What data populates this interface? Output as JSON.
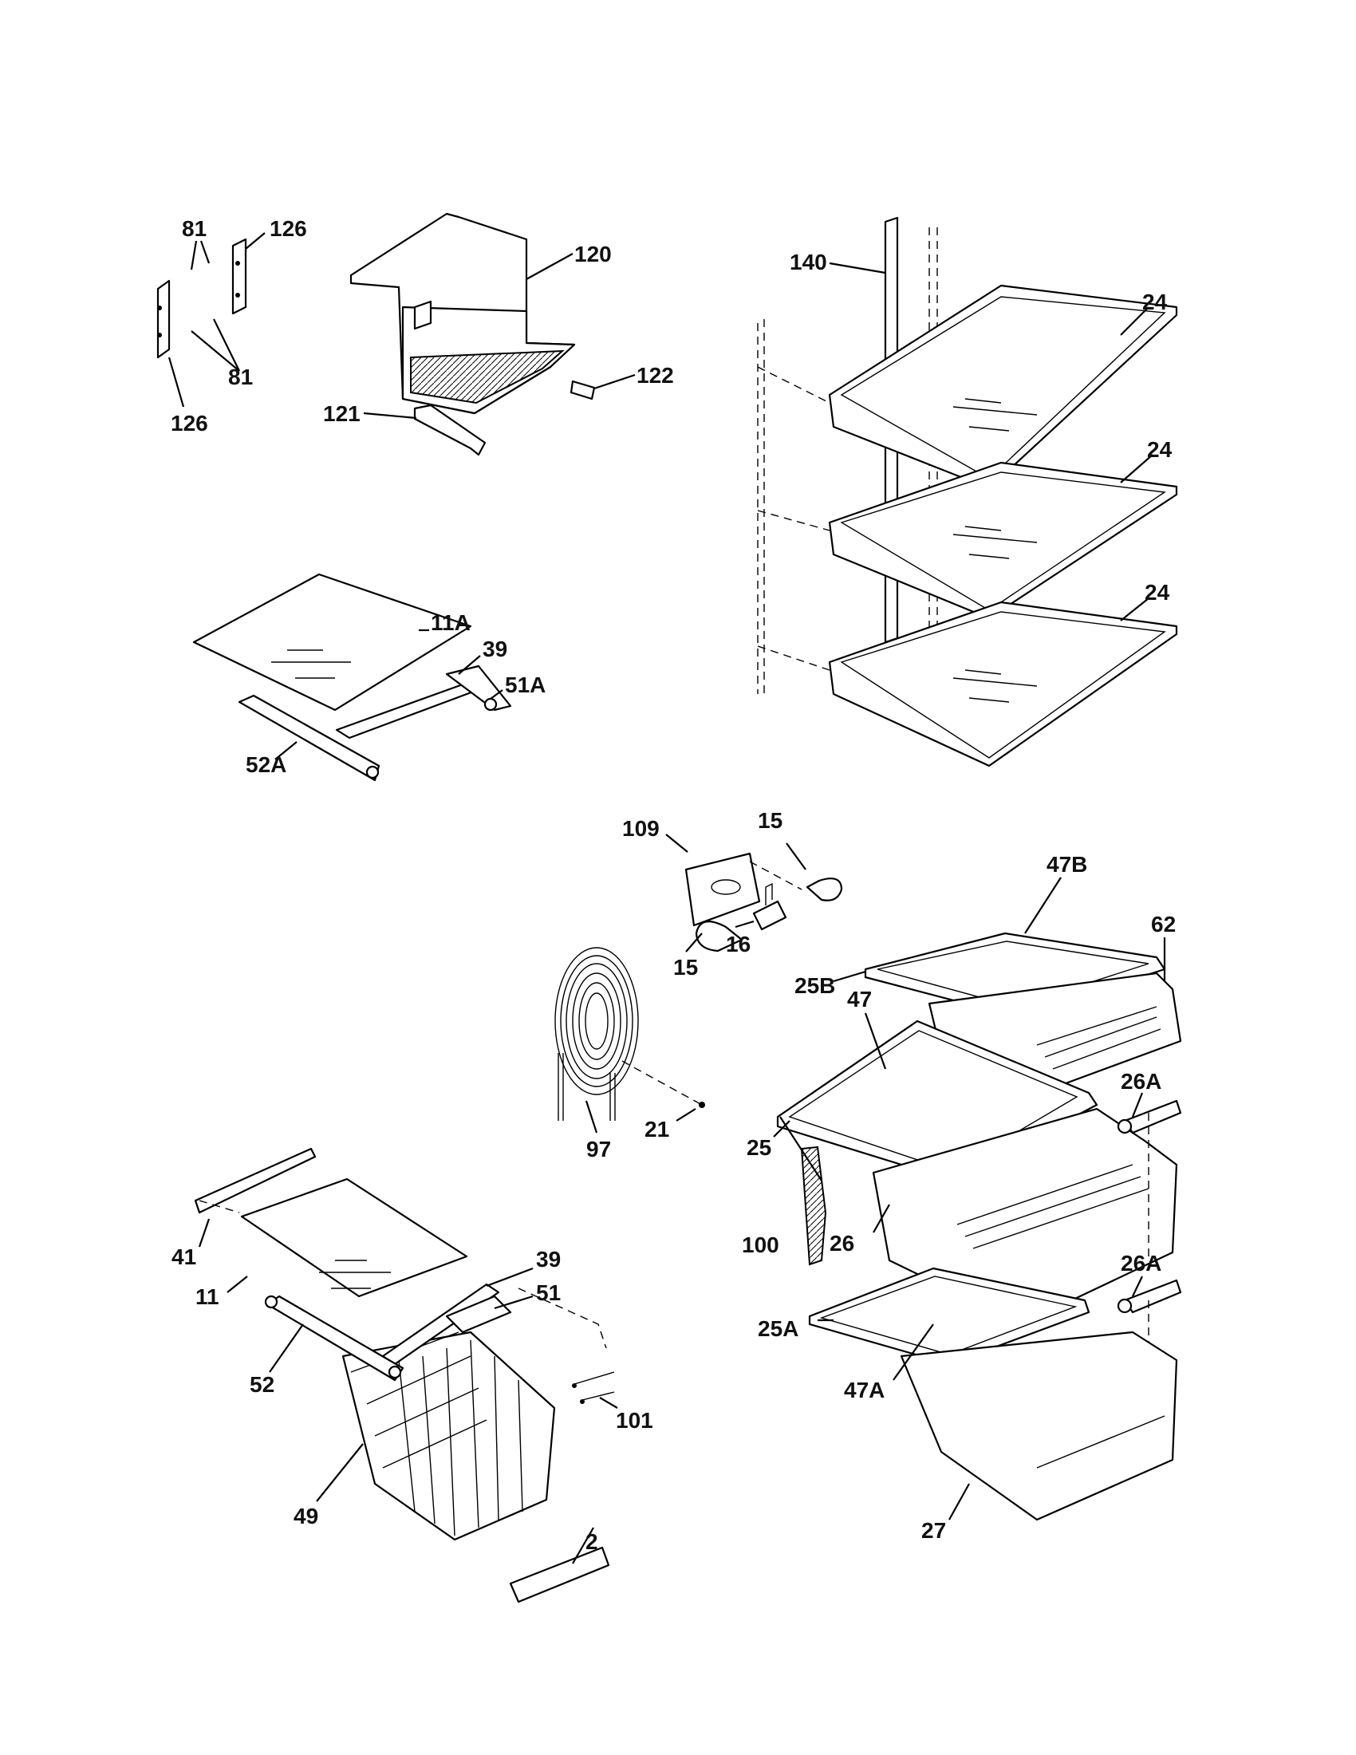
{
  "labels": {
    "l81a": "81",
    "l126a": "126",
    "l81b": "81",
    "l126b": "126",
    "l120": "120",
    "l122": "122",
    "l121": "121",
    "l140": "140",
    "l24a": "24",
    "l24b": "24",
    "l24c": "24",
    "l11A": "11A",
    "l39a": "39",
    "l51A": "51A",
    "l52A": "52A",
    "l109": "109",
    "l15a": "15",
    "l15b": "15",
    "l16": "16",
    "l47B": "47B",
    "l62": "62",
    "l25B": "25B",
    "l47": "47",
    "l26Aa": "26A",
    "l97": "97",
    "l21": "21",
    "l25": "25",
    "l100": "100",
    "l26": "26",
    "l26Ab": "26A",
    "l25A": "25A",
    "l47A": "47A",
    "l27": "27",
    "l41": "41",
    "l11": "11",
    "l39b": "39",
    "l51": "51",
    "l52": "52",
    "l101": "101",
    "l49": "49",
    "l2": "2"
  }
}
